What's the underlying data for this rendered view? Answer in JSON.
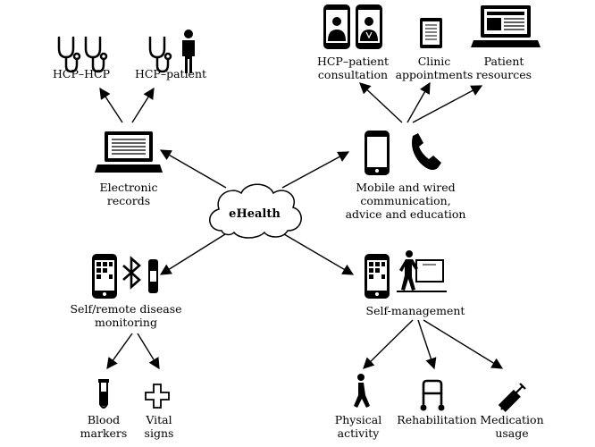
{
  "center": {
    "label": "eHealth"
  },
  "electronic_records": {
    "label": "Electronic\nrecords",
    "children": [
      {
        "label": "HCP–HCP"
      },
      {
        "label": "HCP–patient"
      }
    ]
  },
  "mobile": {
    "label": "Mobile and wired\ncommunication,\nadvice and education",
    "children": [
      {
        "label": "HCP–patient\nconsultation"
      },
      {
        "label": "Clinic\nappointments"
      },
      {
        "label": "Patient\nresources"
      }
    ]
  },
  "self_remote": {
    "label": "Self/remote disease\nmonitoring",
    "children": [
      {
        "label": "Blood\nmarkers"
      },
      {
        "label": "Vital\nsigns"
      }
    ]
  },
  "self_management": {
    "label": "Self-management",
    "children": [
      {
        "label": "Physical\nactivity"
      },
      {
        "label": "Rehabilitation"
      },
      {
        "label": "Medication\nusage"
      }
    ]
  }
}
